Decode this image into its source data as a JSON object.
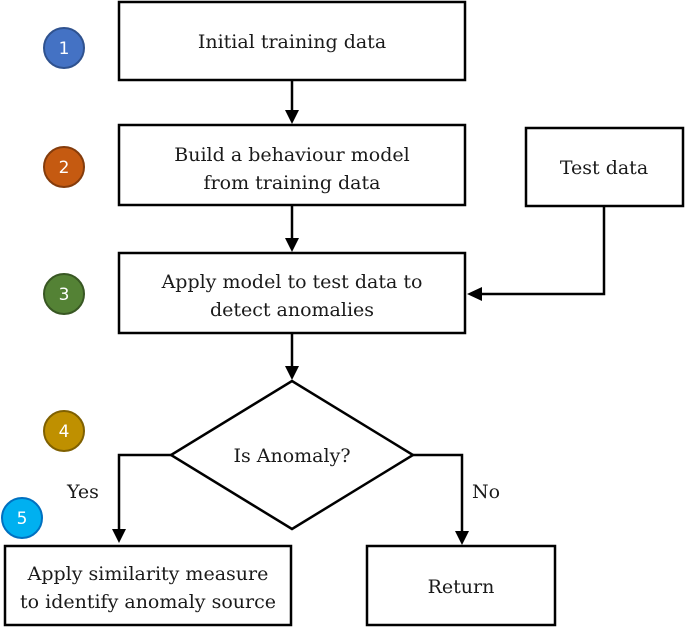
{
  "nodes": {
    "initial": {
      "text": "Initial training data"
    },
    "build": {
      "line1": "Build a behaviour model",
      "line2": "from training data"
    },
    "test": {
      "text": "Test data"
    },
    "apply": {
      "line1": "Apply model to test data to",
      "line2": "detect anomalies"
    },
    "decision": {
      "text": "Is Anomaly?"
    },
    "similarity": {
      "line1": "Apply similarity measure",
      "line2": "to identify anomaly source"
    },
    "return": {
      "text": "Return"
    }
  },
  "edges": {
    "yes": "Yes",
    "no": "No"
  },
  "badges": [
    {
      "label": "1",
      "fill": "#4472C4",
      "stroke": "#2F528F"
    },
    {
      "label": "2",
      "fill": "#C55A11",
      "stroke": "#843C0C"
    },
    {
      "label": "3",
      "fill": "#548235",
      "stroke": "#385723"
    },
    {
      "label": "4",
      "fill": "#BF9000",
      "stroke": "#7F6000"
    },
    {
      "label": "5",
      "fill": "#00B0F0",
      "stroke": "#0070C0"
    }
  ]
}
